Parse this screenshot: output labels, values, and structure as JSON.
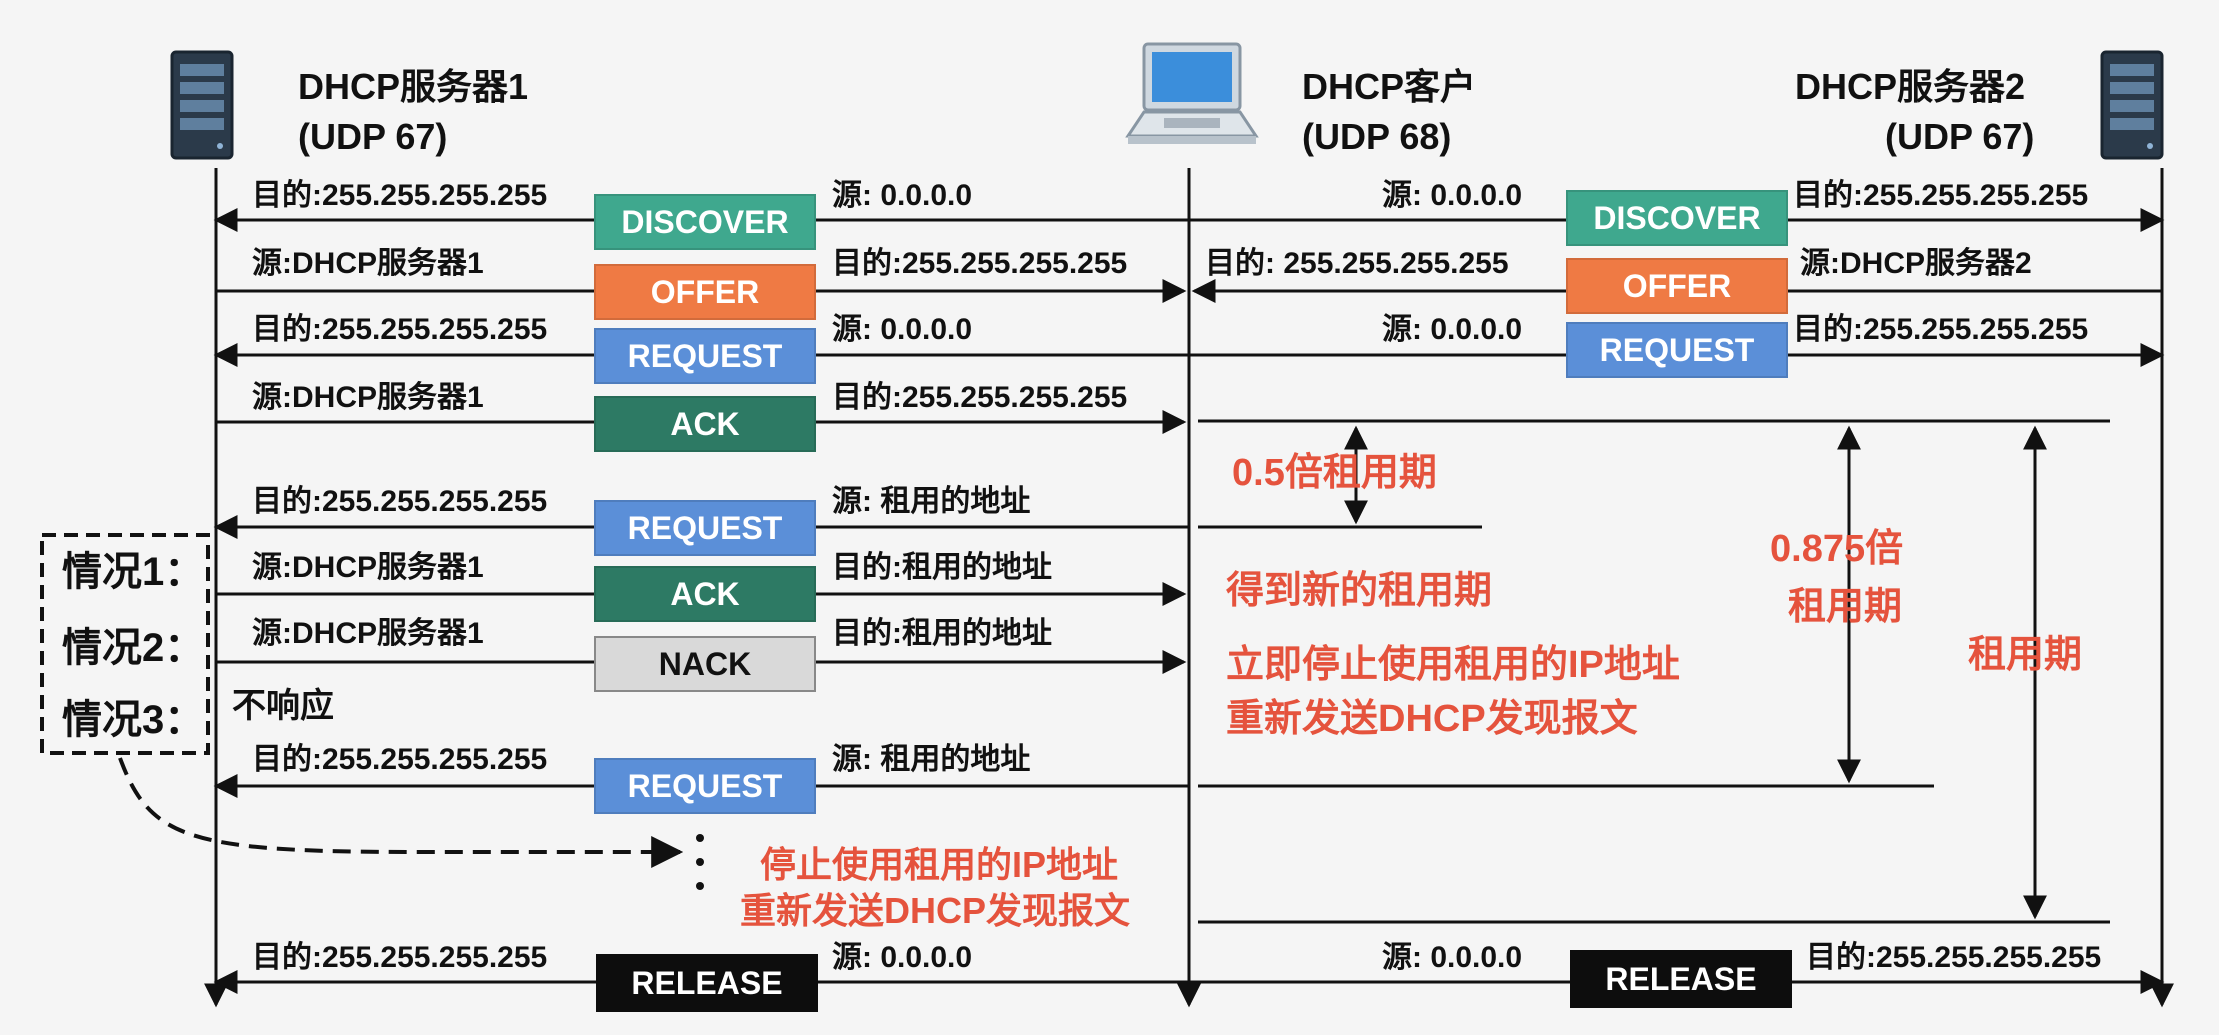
{
  "colors": {
    "discover": "#3fa88e",
    "offer": "#ef7a44",
    "request": "#5b8fd8",
    "ack": "#2d7a64",
    "nack": "#d9d9d9",
    "release": "#0d0d0d",
    "highlight": "#e5533d"
  },
  "icons": {
    "server1": "server-icon",
    "client": "laptop-icon",
    "server2": "server-icon"
  },
  "header": {
    "server1_name": "DHCP服务器1",
    "server1_port": "(UDP 67)",
    "client_name": "DHCP客户",
    "client_port": "(UDP 68)",
    "server2_name": "DHCP服务器2",
    "server2_port": "(UDP 67)"
  },
  "left_flow": [
    {
      "box": "DISCOVER",
      "left_text": "目的:255.255.255.255",
      "right_text": "源: 0.0.0.0"
    },
    {
      "box": "OFFER",
      "left_text": "源:DHCP服务器1",
      "right_text": "目的:255.255.255.255"
    },
    {
      "box": "REQUEST",
      "left_text": "目的:255.255.255.255",
      "right_text": "源: 0.0.0.0"
    },
    {
      "box": "ACK",
      "left_text": "源:DHCP服务器1",
      "right_text": "目的:255.255.255.255"
    },
    {
      "box": "REQUEST",
      "left_text": "目的:255.255.255.255",
      "right_text": "源: 租用的地址"
    },
    {
      "box": "ACK",
      "left_text": "源:DHCP服务器1",
      "right_text": "目的:租用的地址"
    },
    {
      "box": "NACK",
      "left_text": "源:DHCP服务器1",
      "right_text": "目的:租用的地址"
    },
    {
      "box": "REQUEST",
      "left_text": "目的:255.255.255.255",
      "right_text": "源: 租用的地址"
    },
    {
      "box": "RELEASE",
      "left_text": "目的:255.255.255.255",
      "right_text": "源: 0.0.0.0"
    }
  ],
  "right_flow": [
    {
      "box": "DISCOVER",
      "left_text": "源: 0.0.0.0",
      "right_text": "目的:255.255.255.255"
    },
    {
      "box": "OFFER",
      "left_text": "目的: 255.255.255.255",
      "right_text": "源:DHCP服务器2"
    },
    {
      "box": "REQUEST",
      "left_text": "源: 0.0.0.0",
      "right_text": "目的:255.255.255.255"
    },
    {
      "box": "RELEASE",
      "left_text": "源: 0.0.0.0",
      "right_text": "目的:255.255.255.255"
    }
  ],
  "cases": {
    "case1": "情况1：",
    "case2": "情况2：",
    "case3": "情况3：",
    "no_response": "不响应"
  },
  "notes": {
    "half_lease": "0.5倍租用期",
    "new_lease": "得到新的租用期",
    "stop_line1": "立即停止使用租用的IP地址",
    "stop_line2": "重新发送DHCP发现报文",
    "timeout_line1": "停止使用租用的IP地址",
    "timeout_line2": "重新发送DHCP发现报文",
    "t875_line1": "0.875倍",
    "t875_line2": "租用期",
    "lease": "租用期"
  }
}
